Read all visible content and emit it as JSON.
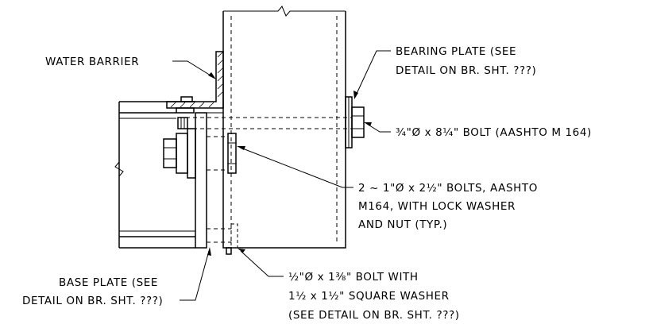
{
  "labels": {
    "water_barrier": "WATER BARRIER",
    "bearing_plate_line1": "BEARING PLATE (SEE",
    "bearing_plate_line2": "DETAIL ON BR. SHT. ???)",
    "bolt_34": "¾\"Ø x 8¼\" BOLT (AASHTO M 164)",
    "bolts_2_line1": "2 ~ 1\"Ø x 2½\" BOLTS, AASHTO",
    "bolts_2_line2": "M164, WITH LOCK WASHER",
    "bolts_2_line3": "AND NUT (TYP.)",
    "base_plate_line1": "BASE PLATE (SEE",
    "base_plate_line2": "DETAIL ON BR. SHT. ???)",
    "bolt_half_line1": "½\"Ø x 1⅜\" BOLT WITH",
    "bolt_half_line2": "1½ x 1½\" SQUARE WASHER",
    "bolt_half_line3": "(SEE DETAIL ON BR. SHT. ???)"
  },
  "colors": {
    "line": "#000000",
    "background": "#ffffff"
  }
}
